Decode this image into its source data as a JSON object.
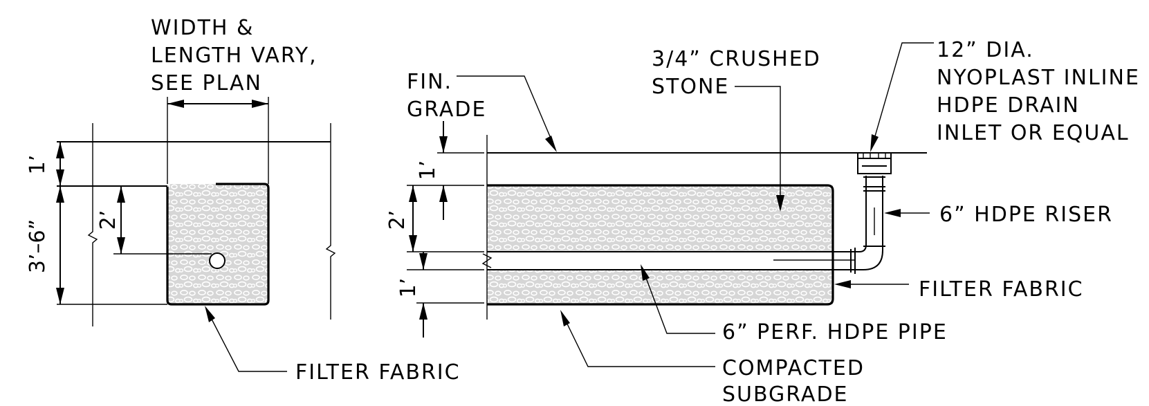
{
  "labels": {
    "width_length_1": "WIDTH &",
    "width_length_2": "LENGTH VARY,",
    "width_length_3": "SEE PLAN",
    "filter_fabric_left": "FILTER FABRIC",
    "fin_grade_1": "FIN.",
    "fin_grade_2": "GRADE",
    "crushed_stone_1": "3/4” CRUSHED",
    "crushed_stone_2": "STONE",
    "inlet_1": "12” DIA.",
    "inlet_2": "NYOPLAST INLINE",
    "inlet_3": "HDPE DRAIN",
    "inlet_4": "INLET OR EQUAL",
    "riser": "6” HDPE RISER",
    "filter_fabric_right": "FILTER FABRIC",
    "perf_pipe": "6” PERF. HDPE PIPE",
    "subgrade_1": "COMPACTED",
    "subgrade_2": "SUBGRADE"
  },
  "dimensions": {
    "left_top": "1’",
    "left_total": "3’–6”",
    "left_pipe": "2’",
    "right_top": "1’",
    "right_pipe": "2’",
    "right_bottom": "1’"
  },
  "colors": {
    "line": "#000000",
    "stone_fill": "#d6d6d6",
    "stone_pebble": "#ffffff"
  }
}
